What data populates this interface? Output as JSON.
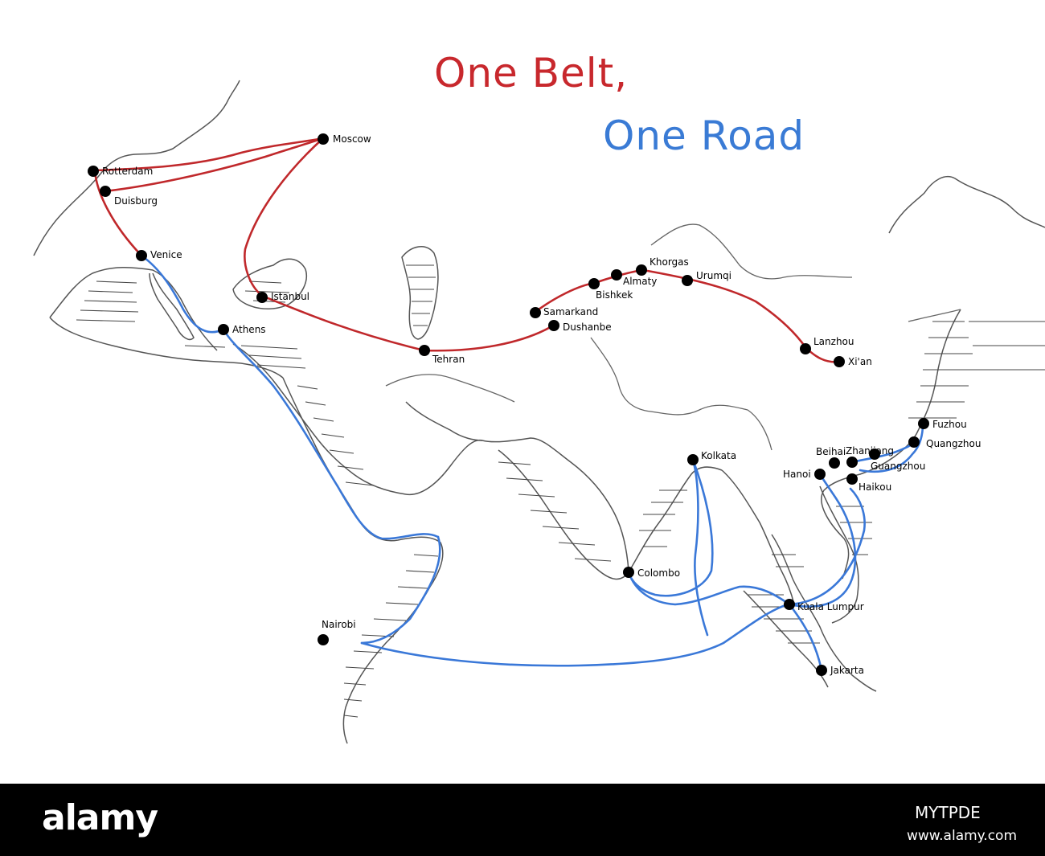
{
  "title": {
    "line1": "One Belt,",
    "line2": "One Road",
    "line1_color": "#c8282d",
    "line2_color": "#3a7bd5"
  },
  "routes": {
    "belt": {
      "name": "One Belt",
      "color": "#c0282b"
    },
    "road": {
      "name": "One Road",
      "color": "#3a78d8"
    }
  },
  "cities": [
    {
      "id": "moscow",
      "name": "Moscow"
    },
    {
      "id": "rotterdam",
      "name": "Rotterdam"
    },
    {
      "id": "duisburg",
      "name": "Duisburg"
    },
    {
      "id": "venice",
      "name": "Venice"
    },
    {
      "id": "istanbul",
      "name": "Istanbul"
    },
    {
      "id": "athens",
      "name": "Athens"
    },
    {
      "id": "tehran",
      "name": "Tehran"
    },
    {
      "id": "samarkand",
      "name": "Samarkand"
    },
    {
      "id": "dushanbe",
      "name": "Dushanbe"
    },
    {
      "id": "bishkek",
      "name": "Bishkek"
    },
    {
      "id": "almaty",
      "name": "Almaty"
    },
    {
      "id": "khorgas",
      "name": "Khorgas"
    },
    {
      "id": "urumqi",
      "name": "Urumqi"
    },
    {
      "id": "lanzhou",
      "name": "Lanzhou"
    },
    {
      "id": "xian",
      "name": "Xi'an"
    },
    {
      "id": "fuzhou",
      "name": "Fuzhou"
    },
    {
      "id": "quangzhou",
      "name": "Quangzhou"
    },
    {
      "id": "zhanjiang",
      "name": "Zhanjiang"
    },
    {
      "id": "beihai",
      "name": "Beihai"
    },
    {
      "id": "guangzhou",
      "name": "Guangzhou"
    },
    {
      "id": "hanoi",
      "name": "Hanoi"
    },
    {
      "id": "haikou",
      "name": "Haikou"
    },
    {
      "id": "kolkata",
      "name": "Kolkata"
    },
    {
      "id": "colombo",
      "name": "Colombo"
    },
    {
      "id": "kuala-lumpur",
      "name": "Kuala Lumpur"
    },
    {
      "id": "jakarta",
      "name": "Jakarta"
    },
    {
      "id": "nairobi",
      "name": "Nairobi"
    }
  ],
  "footer": {
    "watermark": "alamy",
    "image_code": "MYTPDE",
    "url": "www.alamy.com",
    "background": "#000000"
  }
}
